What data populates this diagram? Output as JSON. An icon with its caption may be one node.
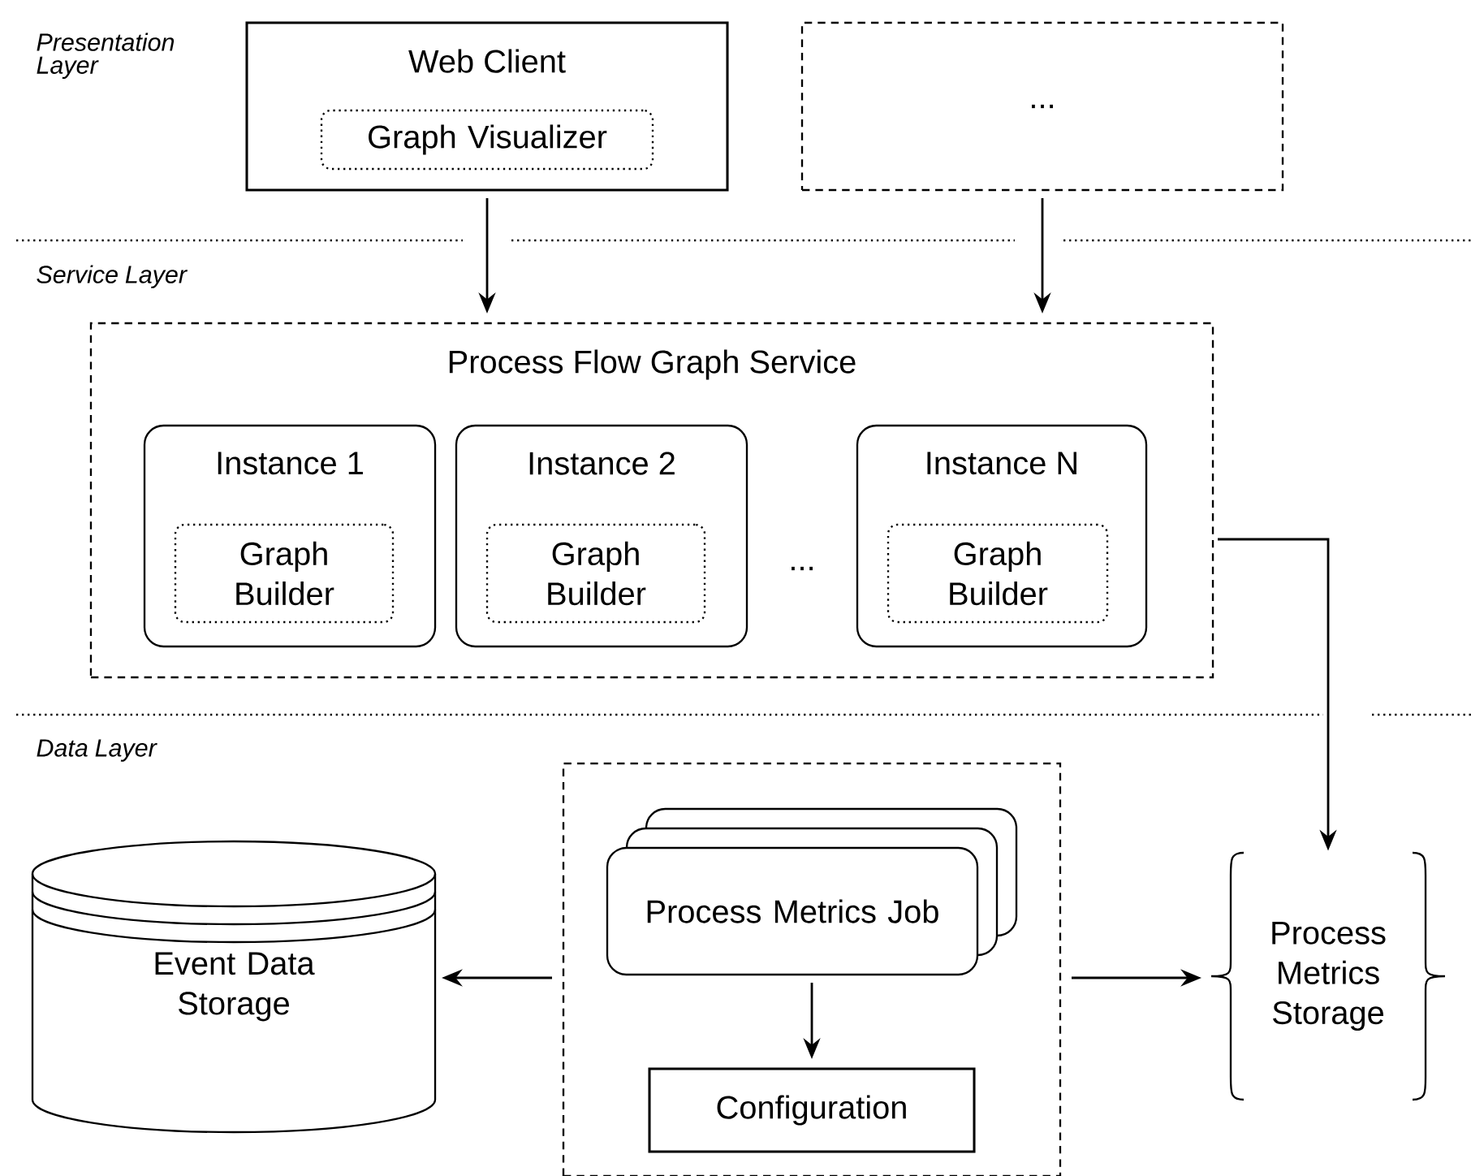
{
  "diagram": {
    "nodes": [
      {
        "text": [
          "Web Client"
        ]
      },
      {
        "text": [
          "Graph Visualizer"
        ],
        "in": 0
      },
      {
        "text": [
          "..."
        ]
      },
      {
        "text": [
          "Process Flow Graph Service"
        ]
      },
      {
        "text": [
          "Instance 1"
        ],
        "in": 3
      },
      {
        "text": [
          "Graph Builder"
        ],
        "in": 4
      },
      {
        "text": [
          "Instance 2"
        ],
        "in": 3
      },
      {
        "text": [
          "Graph Builder"
        ],
        "in": 6
      },
      {
        "text": [
          "Instance N"
        ],
        "in": 3
      },
      {
        "text": [
          "Graph Builder"
        ],
        "in": 8
      },
      {
        "text": [],
        "shape": "box"
      },
      {
        "text": [
          "Process Metrics Job"
        ],
        "in": 10
      },
      {
        "text": [
          "Configuration"
        ],
        "in": 10
      },
      {
        "text": [
          "Event Data Storage"
        ]
      },
      {
        "text": [
          "Process Metrics Storage"
        ]
      }
    ],
    "edges": [
      {
        "from": 0,
        "to": 3,
        "arrow": "to"
      },
      {
        "from": 2,
        "to": 3,
        "arrow": "to"
      },
      {
        "from": 3,
        "to": 14,
        "arrow": "to"
      },
      {
        "from": 10,
        "to": 13,
        "arrow": "to"
      },
      {
        "from": 10,
        "to": 14,
        "arrow": "to"
      },
      {
        "from": 11,
        "to": 12,
        "arrow": "to"
      }
    ],
    "labels": [
      "Presentation Layer",
      "Service Layer",
      "Data Layer",
      "..."
    ]
  }
}
